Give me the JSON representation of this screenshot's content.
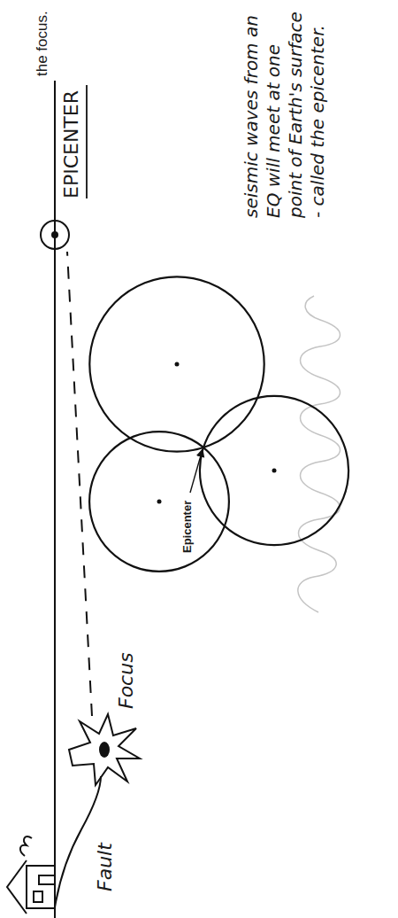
{
  "diagram": {
    "labels": [
      "the focus.",
      "EPICENTER",
      "Fault",
      "Focus",
      "Epicenter",
      "seismic waves from an EQ will meet at one point of Earth's surface - called the epicenter."
    ]
  }
}
